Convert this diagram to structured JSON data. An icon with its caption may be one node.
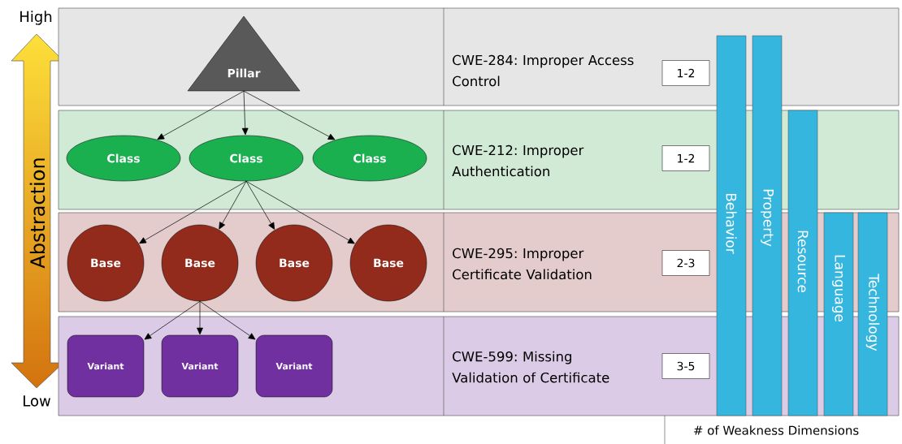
{
  "diagram": {
    "nodes": [
      {
        "text": [
          "CWE-284: Improper Access Control"
        ]
      },
      {
        "text": [
          "Pillar"
        ],
        "in": 0
      },
      {
        "text": [
          "1-2"
        ],
        "in": 0
      },
      {
        "text": [
          "CWE-212: Improper Authentication"
        ]
      },
      {
        "text": [
          "Class"
        ],
        "in": 3
      },
      {
        "text": [
          "Class"
        ],
        "in": 3
      },
      {
        "text": [
          "Class"
        ],
        "in": 3
      },
      {
        "text": [
          "1-2"
        ],
        "in": 3
      },
      {
        "text": [
          "CWE-295: Improper Certificate Validation"
        ]
      },
      {
        "text": [
          "Base"
        ],
        "in": 8
      },
      {
        "text": [
          "Base"
        ],
        "in": 8
      },
      {
        "text": [
          "Base"
        ],
        "in": 8
      },
      {
        "text": [
          "Base"
        ],
        "in": 8
      },
      {
        "text": [
          "2-3"
        ],
        "in": 8
      },
      {
        "text": [
          "CWE-599: Missing Validation of Certificate"
        ]
      },
      {
        "text": [
          "Variant"
        ],
        "in": 14
      },
      {
        "text": [
          "Variant"
        ],
        "in": 14
      },
      {
        "text": [
          "Variant"
        ],
        "in": 14
      },
      {
        "text": [
          "3-5"
        ],
        "in": 14
      },
      {
        "text": [
          "Behavior"
        ]
      },
      {
        "text": [
          "Property"
        ]
      },
      {
        "text": [
          "Resource"
        ]
      },
      {
        "text": [
          "Language"
        ]
      },
      {
        "text": [
          "Technology"
        ]
      }
    ],
    "edges": [
      {
        "from": 1,
        "to": 4,
        "arrow": "to"
      },
      {
        "from": 1,
        "to": 5,
        "arrow": "to"
      },
      {
        "from": 1,
        "to": 6,
        "arrow": "to"
      },
      {
        "from": 5,
        "to": 9,
        "arrow": "to"
      },
      {
        "from": 5,
        "to": 10,
        "arrow": "to"
      },
      {
        "from": 5,
        "to": 11,
        "arrow": "to"
      },
      {
        "from": 5,
        "to": 12,
        "arrow": "to"
      },
      {
        "from": 10,
        "to": 15,
        "arrow": "to"
      },
      {
        "from": 10,
        "to": 16,
        "arrow": "to"
      },
      {
        "from": 10,
        "to": 17,
        "arrow": "to"
      }
    ],
    "labels": [
      "High",
      "Abstraction",
      "Low",
      "# of Weakness Dimensions"
    ]
  }
}
